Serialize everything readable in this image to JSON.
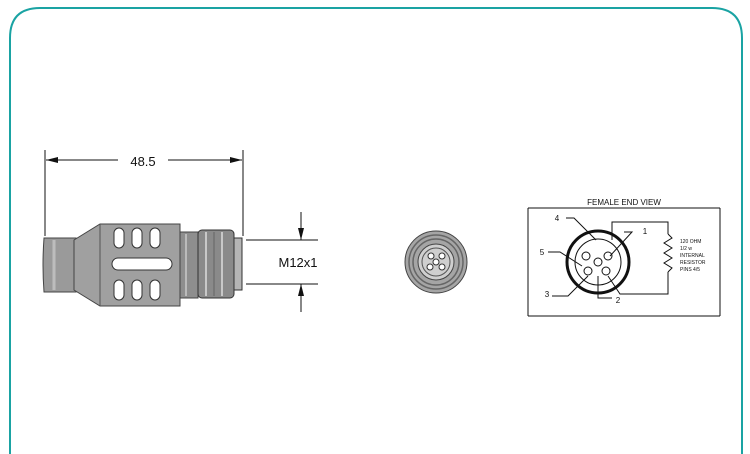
{
  "colors": {
    "frame": "#1aa3a3",
    "ink": "#111111",
    "metal": "#9a9a9a"
  },
  "dimensions": {
    "length": "48.5",
    "thread": "M12x1"
  },
  "end_view": {
    "title": "FEMALE END VIEW",
    "pins": [
      "1",
      "2",
      "3",
      "4",
      "5"
    ],
    "resistor_note": [
      "120 OHM",
      "1/2 w",
      "INTERNAL",
      "RESISTOR",
      "PINS 4/5"
    ]
  }
}
